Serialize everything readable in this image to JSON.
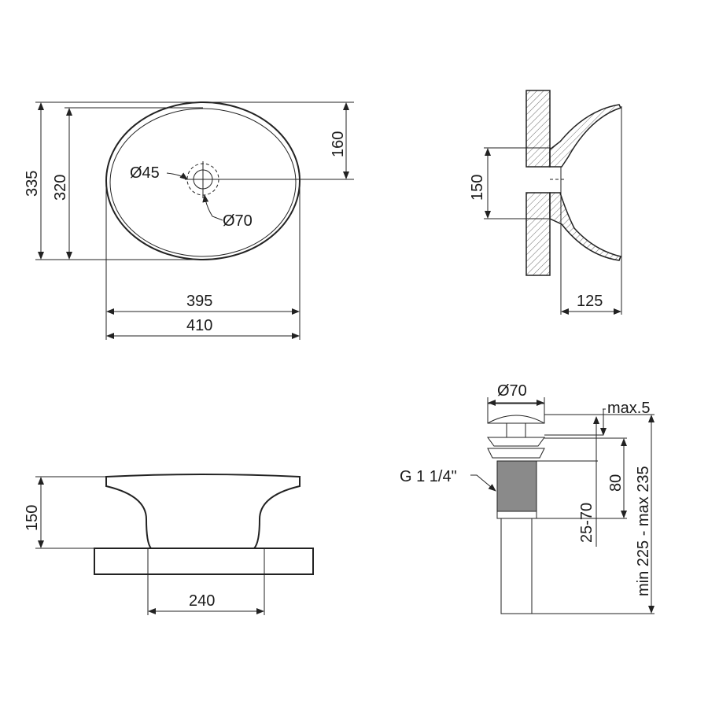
{
  "top_view": {
    "height_outer": "335",
    "height_inner": "320",
    "hole_offset": "160",
    "hole_diameter": "Ø45",
    "drain_diameter": "Ø70",
    "width_inner": "395",
    "width_outer": "410"
  },
  "side_section": {
    "mount_height": "150",
    "depth": "125"
  },
  "front_view": {
    "height": "150",
    "base_width": "240"
  },
  "drain": {
    "cap_diameter": "Ø70",
    "cap_lift": "max.5",
    "thread": "G 1 1/4\"",
    "thread_length": "80",
    "clamp_range": "25-70",
    "total_length": "min 225 - max 235"
  },
  "colors": {
    "line": "#222222",
    "background": "#ffffff"
  }
}
